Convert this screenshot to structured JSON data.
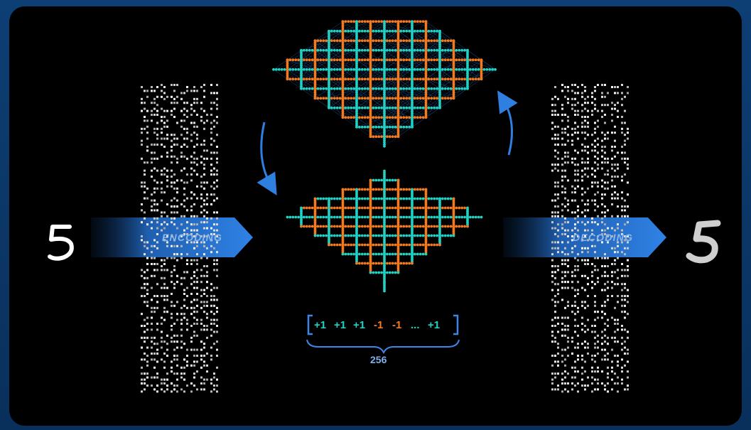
{
  "labels": {
    "encoding": "ENCODING",
    "decoding": "DECODING"
  },
  "vector": {
    "elements": [
      {
        "text": "+1",
        "color": "teal"
      },
      {
        "text": "+1",
        "color": "teal"
      },
      {
        "text": "+1",
        "color": "teal"
      },
      {
        "text": "-1",
        "color": "orange"
      },
      {
        "text": "-1",
        "color": "orange"
      },
      {
        "text": "...",
        "color": "teal"
      },
      {
        "text": "+1",
        "color": "teal"
      }
    ],
    "length_label": "256"
  },
  "colors": {
    "background": "#000000",
    "frame": "#0b3463",
    "teal": "#22d3c5",
    "orange": "#f47a1f",
    "arrow_blue": "#2f7fe0",
    "label": "#8fb6e6"
  },
  "icons": [
    "digit-5-input",
    "digit-5-output",
    "cycle-arrow-down",
    "cycle-arrow-up"
  ]
}
